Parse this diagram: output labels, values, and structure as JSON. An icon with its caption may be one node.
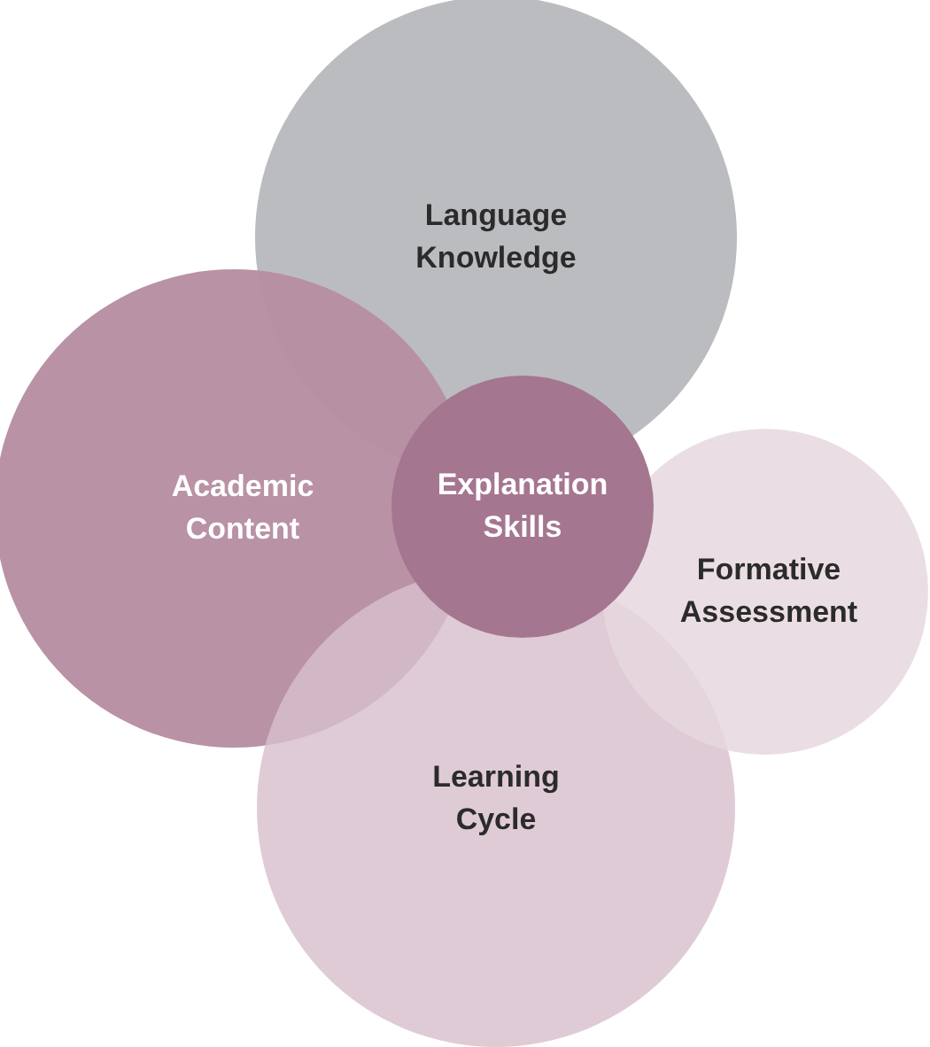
{
  "diagram": {
    "nodes": [
      {
        "text": [
          "Language Knowledge"
        ]
      },
      {
        "text": [
          "Academic Content"
        ]
      },
      {
        "text": [
          "Explanation Skills"
        ]
      },
      {
        "text": [
          "Formative Assessment"
        ]
      },
      {
        "text": [
          "Learning Cycle"
        ]
      }
    ]
  }
}
